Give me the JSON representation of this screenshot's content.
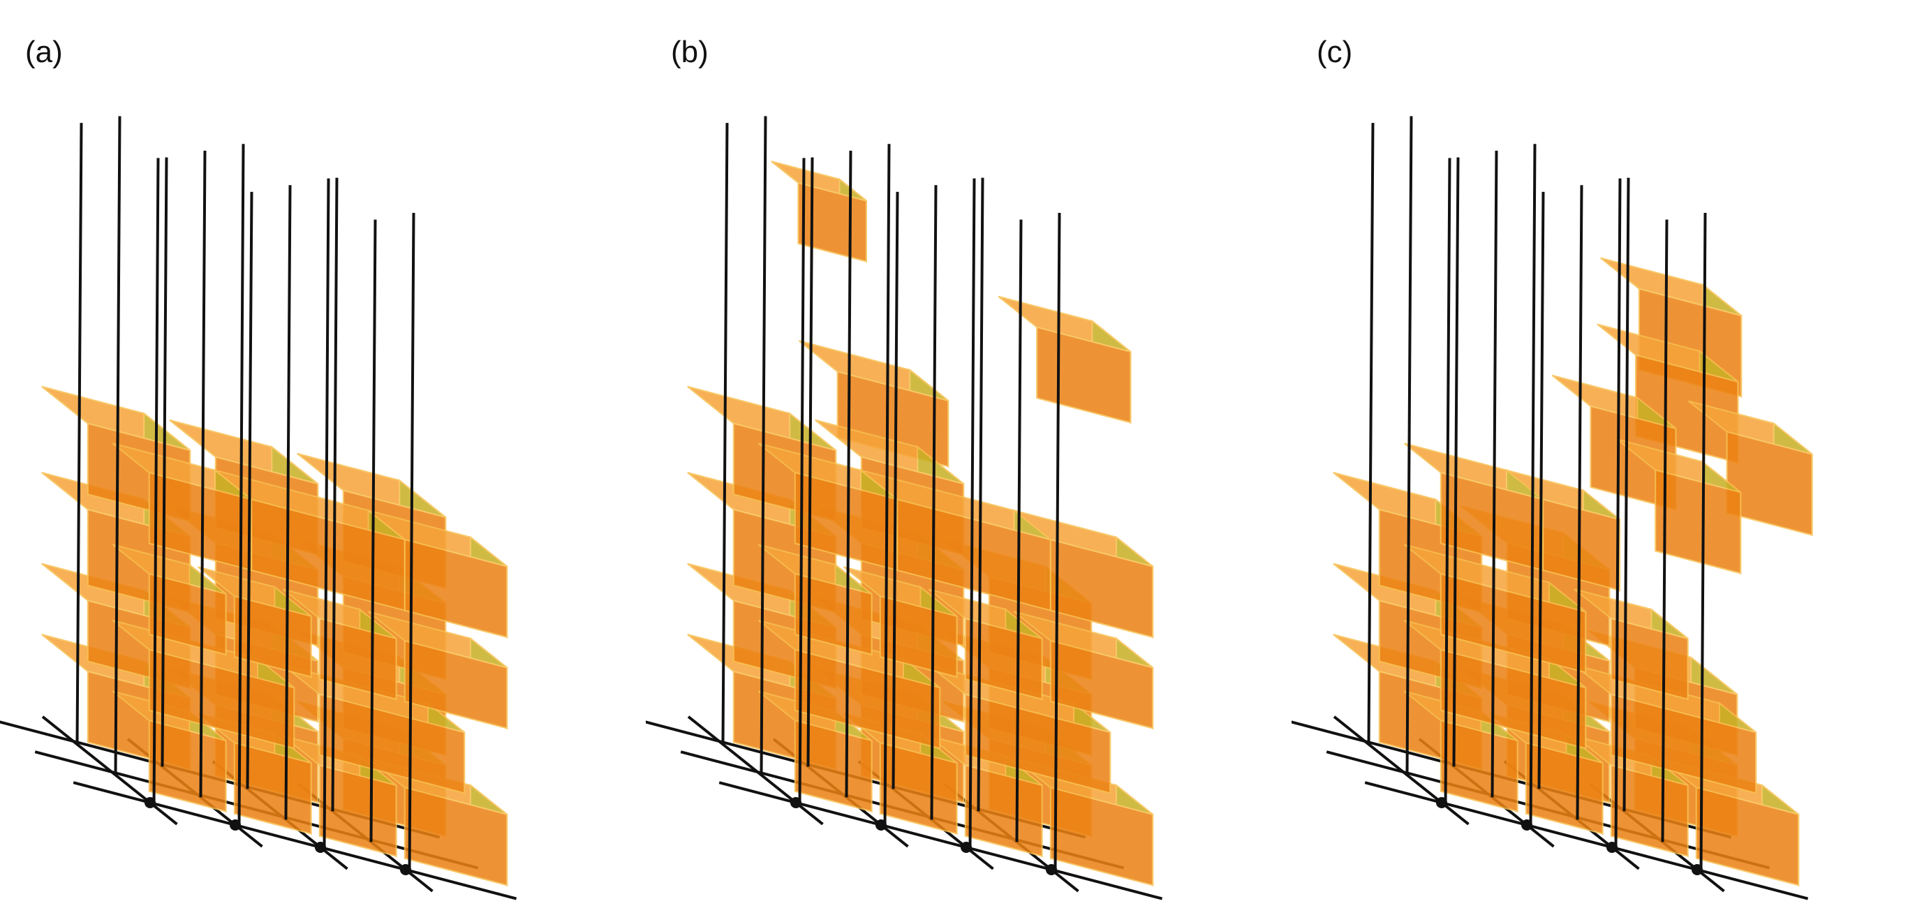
{
  "figure": {
    "panels": [
      {
        "id": "a",
        "label": "(a)"
      },
      {
        "id": "b",
        "label": "(b)"
      },
      {
        "id": "c",
        "label": "(c)"
      }
    ],
    "colors": {
      "box_front": "#ec8214",
      "box_top": "#f6a43a",
      "box_side": "#c8b126",
      "box_edge": "#f8c050",
      "rod": "#111111",
      "grid": "#111111",
      "node": "#111111",
      "background": "#ffffff"
    }
  }
}
